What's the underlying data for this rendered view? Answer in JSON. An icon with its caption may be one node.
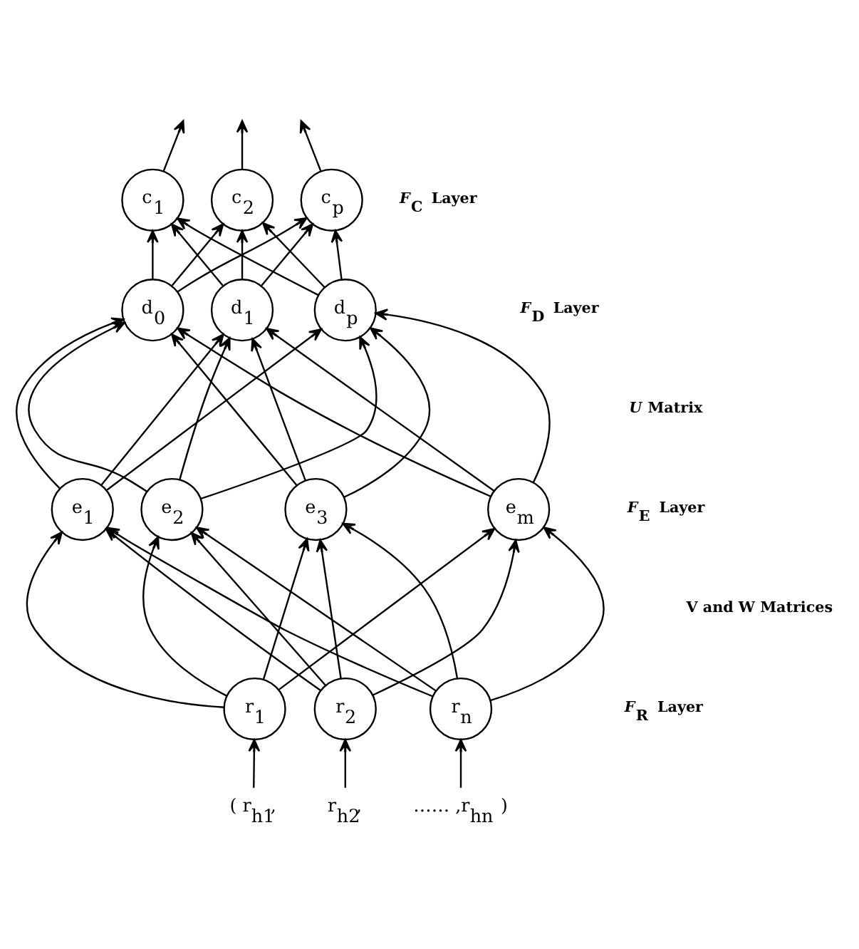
{
  "diagram": {
    "nodes": [
      {
        "text": [
          "c$_{1}$"
        ]
      },
      {
        "text": [
          "c$_{2}$"
        ]
      },
      {
        "text": [
          "c$_{p}$"
        ]
      },
      {
        "text": [
          "d$_{0}$"
        ]
      },
      {
        "text": [
          "d$_{1}$"
        ]
      },
      {
        "text": [
          "d$_{p}$"
        ]
      },
      {
        "text": [
          "e$_{1}$"
        ]
      },
      {
        "text": [
          "e$_{2}$"
        ]
      },
      {
        "text": [
          "e$_{3}$"
        ]
      },
      {
        "text": [
          "e$_{m}$"
        ]
      },
      {
        "text": [
          "r$_{1}$"
        ]
      },
      {
        "text": [
          "r$_{2}$"
        ]
      },
      {
        "text": [
          "r$_{n}$"
        ]
      },
      {
        "text": [
          "( r$_{h1}$,"
        ]
      },
      {
        "text": [
          "r$_{h2}$,"
        ]
      },
      {
        "text": [
          "…… ,r$_{hn}$ )"
        ]
      }
    ],
    "edges": [
      {
        "from": 0,
        "to": null,
        "arrow": "to"
      },
      {
        "from": 1,
        "to": null,
        "arrow": "to"
      },
      {
        "from": 2,
        "to": null,
        "arrow": "to"
      },
      {
        "from": 3,
        "to": 0,
        "arrow": "to"
      },
      {
        "from": 3,
        "to": 1,
        "arrow": "to"
      },
      {
        "from": 3,
        "to": 2,
        "arrow": "to"
      },
      {
        "from": 4,
        "to": 0,
        "arrow": "to"
      },
      {
        "from": 4,
        "to": 1,
        "arrow": "to"
      },
      {
        "from": 4,
        "to": 2,
        "arrow": "to"
      },
      {
        "from": 5,
        "to": 0,
        "arrow": "to"
      },
      {
        "from": 5,
        "to": 1,
        "arrow": "to"
      },
      {
        "from": 5,
        "to": 2,
        "arrow": "to"
      },
      {
        "from": 6,
        "to": 3,
        "arrow": "to"
      },
      {
        "from": 6,
        "to": 4,
        "arrow": "to"
      },
      {
        "from": 6,
        "to": 5,
        "arrow": "to"
      },
      {
        "from": 7,
        "to": 3,
        "arrow": "to"
      },
      {
        "from": 7,
        "to": 4,
        "arrow": "to"
      },
      {
        "from": 7,
        "to": 5,
        "arrow": "to"
      },
      {
        "from": 8,
        "to": 3,
        "arrow": "to"
      },
      {
        "from": 8,
        "to": 4,
        "arrow": "to"
      },
      {
        "from": 8,
        "to": 5,
        "arrow": "to"
      },
      {
        "from": 9,
        "to": 3,
        "arrow": "to"
      },
      {
        "from": 9,
        "to": 4,
        "arrow": "to"
      },
      {
        "from": 9,
        "to": 5,
        "arrow": "to"
      },
      {
        "from": 10,
        "to": 6,
        "arrow": "to"
      },
      {
        "from": 10,
        "to": 7,
        "arrow": "to"
      },
      {
        "from": 10,
        "to": 8,
        "arrow": "to"
      },
      {
        "from": 10,
        "to": 9,
        "arrow": "to"
      },
      {
        "from": 11,
        "to": 6,
        "arrow": "to"
      },
      {
        "from": 11,
        "to": 7,
        "arrow": "to"
      },
      {
        "from": 11,
        "to": 8,
        "arrow": "to"
      },
      {
        "from": 11,
        "to": 9,
        "arrow": "to"
      },
      {
        "from": 12,
        "to": 6,
        "arrow": "to"
      },
      {
        "from": 12,
        "to": 7,
        "arrow": "to"
      },
      {
        "from": 12,
        "to": 8,
        "arrow": "to"
      },
      {
        "from": 12,
        "to": 9,
        "arrow": "to"
      },
      {
        "from": 13,
        "to": 10,
        "arrow": "to"
      },
      {
        "from": 14,
        "to": 11,
        "arrow": "to"
      },
      {
        "from": 15,
        "to": 12,
        "arrow": "to"
      }
    ],
    "labels": [
      "*F*$_{C}$ Layer",
      "*F*$_{D}$ Layer",
      "*U* Matrix",
      "*F*$_{E}$ Layer",
      "V and W Matrices",
      "*F*$_{R}$ Layer"
    ]
  }
}
